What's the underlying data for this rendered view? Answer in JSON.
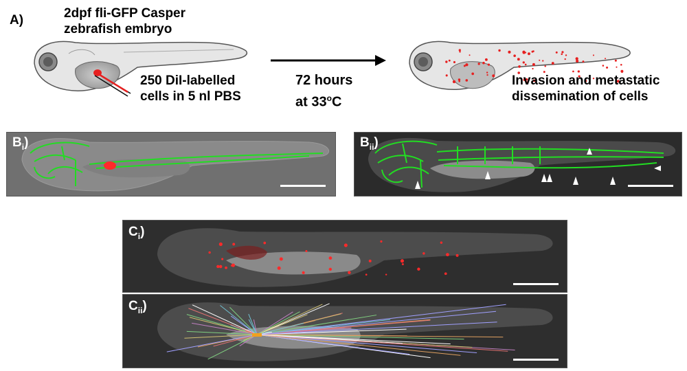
{
  "panelA": {
    "label": "A)",
    "title_line1": "2dpf fli-GFP Casper",
    "title_line2": "zebrafish embryo",
    "inject_line1": "250 DiI-labelled",
    "inject_line2": "cells in 5 nl PBS",
    "time_line1": "72 hours",
    "time_line2_prefix": "at 33",
    "time_line2_sup": "o",
    "time_line2_suffix": "C",
    "result_line1": "Invasion and metastatic",
    "result_line2": "dissemination of cells"
  },
  "panelBi": {
    "main": "B",
    "sub": "i",
    "close": ")"
  },
  "panelBii": {
    "main": "B",
    "sub": "ii",
    "close": ")"
  },
  "panelCi": {
    "main": "C",
    "sub": "i",
    "close": ")"
  },
  "panelCii": {
    "main": "C",
    "sub": "ii",
    "close": ")"
  },
  "colors": {
    "gfp": "#22dd22",
    "dii": "#ff2a2a",
    "bg_dark": "#2e2e2e",
    "bg_grey": "#6a6a6a"
  }
}
